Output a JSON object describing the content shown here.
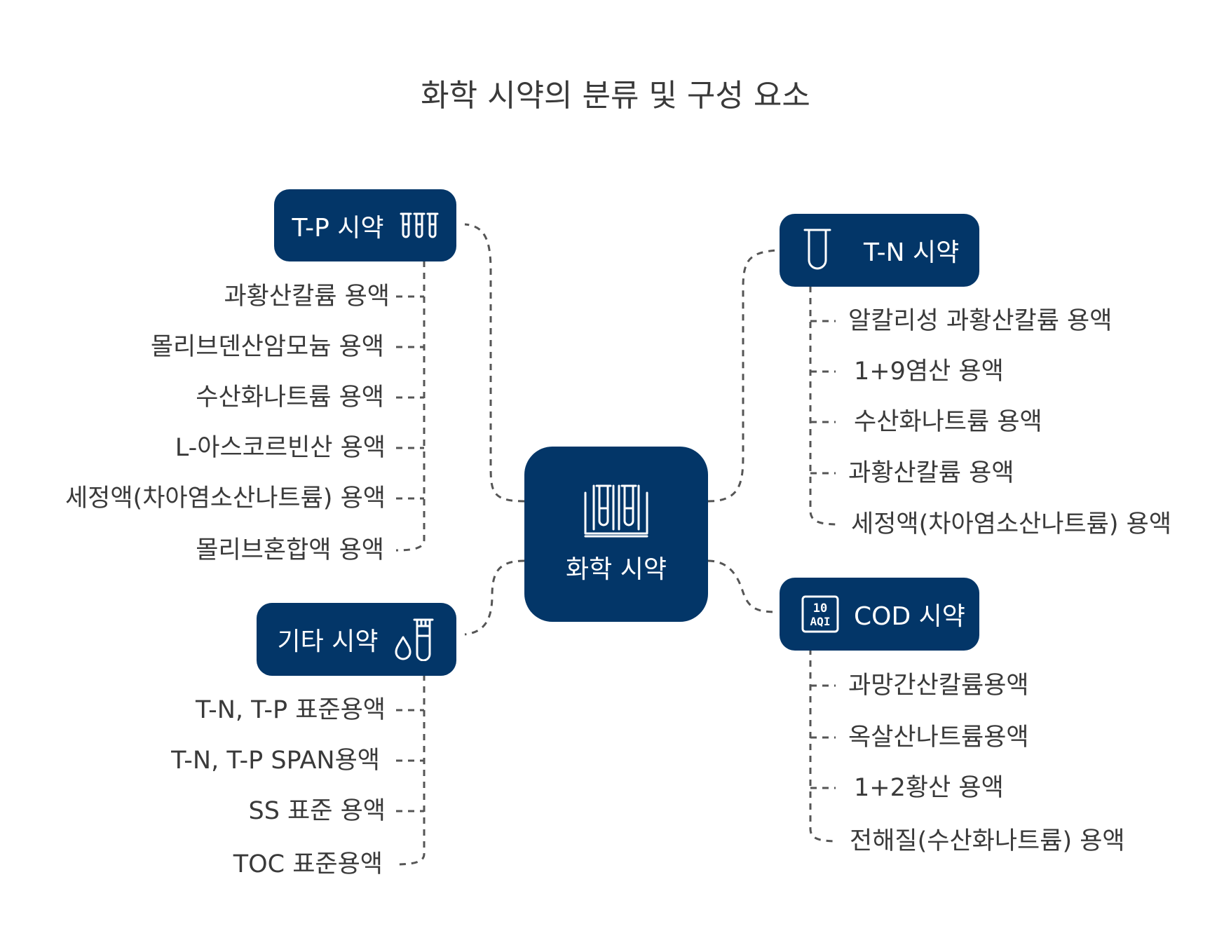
{
  "title": "화학 시약의 분류 및 구성 요소",
  "center": {
    "label": "화학 시약",
    "icon": "test-tubes-rack-icon"
  },
  "branches": {
    "tp": {
      "label": "T-P 시약",
      "icon": "three-test-tubes-icon",
      "items": [
        "과황산칼륨 용액",
        "몰리브덴산암모늄 용액",
        "수산화나트륨 용액",
        "L-아스코르빈산 용액",
        "세정액(차아염소산나트륨) 용액",
        "몰리브혼합액 용액"
      ]
    },
    "tn": {
      "label": "T-N 시약",
      "icon": "test-tube-icon",
      "items": [
        "알칼리성 과황산칼륨 용액",
        "1+9염산 용액",
        "수산화나트륨 용액",
        "과황산칼륨 용액",
        "세정액(차아염소산나트륨) 용액"
      ]
    },
    "other": {
      "label": "기타 시약",
      "icon": "drop-and-test-tube-icon",
      "items": [
        "T-N, T-P 표준용액",
        "T-N, T-P SPAN용액",
        "SS 표준 용액",
        "TOC 표준용액"
      ]
    },
    "cod": {
      "label": "COD 시약",
      "icon": "aqi-display-icon",
      "icon_text": [
        "10",
        "AQI"
      ],
      "items": [
        "과망간산칼륨용액",
        "옥살산나트륨용액",
        "1+2황산 용액",
        "전해질(수산화나트륨) 용액"
      ]
    }
  },
  "colors": {
    "node_fill": "#033668",
    "node_text": "#ffffff",
    "connector": "#555555",
    "text": "#3a3a3a"
  }
}
